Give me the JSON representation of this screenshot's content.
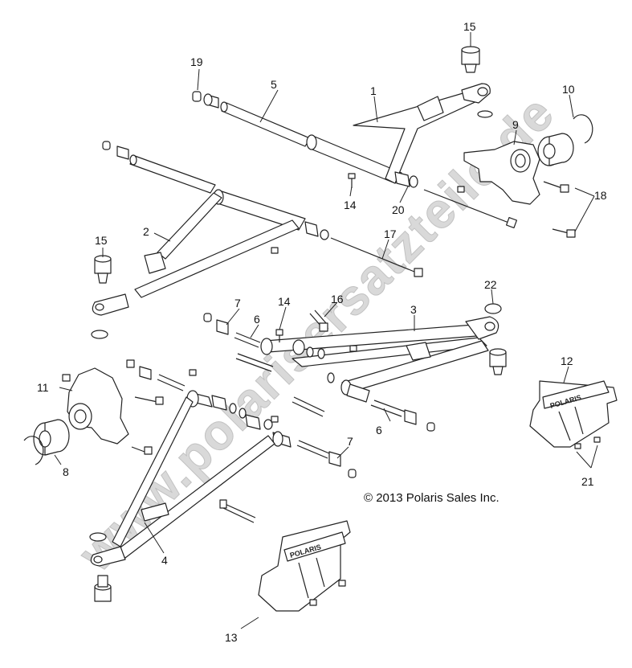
{
  "watermark": "www.polarisersatzteile.de",
  "copyright": "© 2013 Polaris Sales Inc.",
  "brand": "POLARIS",
  "callouts": [
    "1",
    "2",
    "3",
    "4",
    "5",
    "6",
    "6",
    "7",
    "7",
    "8",
    "9",
    "10",
    "11",
    "12",
    "13",
    "14",
    "14",
    "15",
    "15",
    "16",
    "17",
    "18",
    "19",
    "20",
    "21",
    "22"
  ]
}
